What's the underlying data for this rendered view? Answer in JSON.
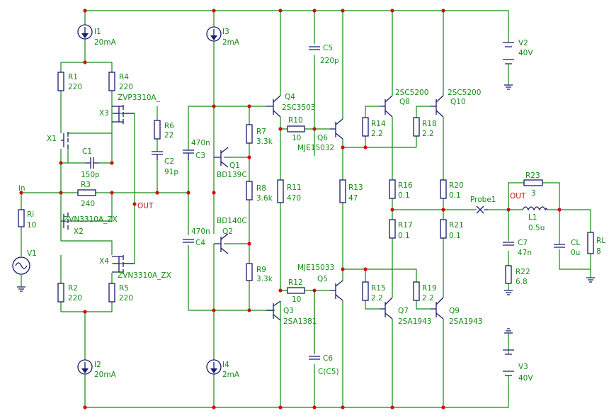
{
  "colors": {
    "wire": "#118a11",
    "symbol": "#1a1a6e",
    "node": "#d01010",
    "label": "#168a16",
    "net_label": "#c01010",
    "background": "#ffffff"
  },
  "labels": {
    "I1": "I1",
    "I1v": "20mA",
    "I2": "I2",
    "I2v": "20mA",
    "I3": "I3",
    "I3v": "2mA",
    "I4": "I4",
    "I4v": "2mA",
    "R1": "R1",
    "R1v": "220",
    "R4": "R4",
    "R4v": "220",
    "R2": "R2",
    "R2v": "220",
    "R5": "R5",
    "R5v": "220",
    "X3": "X3",
    "X3m": "ZVP3310A_",
    "X1": "X1",
    "X2": "X2",
    "X4": "X4",
    "X2m": "ZVN3310A_ZX",
    "X4m": "ZVN3310A_ZX",
    "C1": "C1",
    "C1v": "150p",
    "R3": "R3",
    "R3v": "240",
    "in": "in",
    "out1": "OUT",
    "Ri": "Ri",
    "Riv": "10",
    "V1": "V1",
    "R6": "R6",
    "R6v": "22",
    "C2": "C2",
    "C2v": "91p",
    "C3": "C3",
    "C3v": "470n",
    "C4": "C4",
    "C4v": "470n",
    "Q1": "Q1",
    "Q1m": "BD139C",
    "Q2": "Q2",
    "Q2m": "BD140C",
    "R7": "R7",
    "R7v": "3.3k",
    "R8": "R8",
    "R8v": "3.6k",
    "R9": "R9",
    "R9v": "3.3k",
    "Q4": "Q4",
    "Q4m": "2SC3503",
    "Q3": "Q3",
    "Q3m": "2SA1381",
    "R10": "R10",
    "R10v": "10",
    "R12": "R12",
    "R12v": "10",
    "R11": "R11",
    "R11v": "470",
    "C5": "C5",
    "C5v": "220p",
    "C6": "C6",
    "C6v": "C(C5)",
    "Q6": "Q6",
    "Q6m": "MJE15032",
    "Q5": "Q5",
    "Q5m": "MJE15033",
    "R13": "R13",
    "R13v": "47",
    "Q8": "Q8",
    "Q8m": "2SC5200",
    "Q10": "Q10",
    "Q10m": "2SC5200",
    "Q7": "Q7",
    "Q7m": "2SA1943",
    "Q9": "Q9",
    "Q9m": "2SA1943",
    "R14": "R14",
    "R14v": "2.2",
    "R18": "R18",
    "R18v": "2.2",
    "R15": "R15",
    "R15v": "2.2",
    "R19": "R19",
    "R19v": "2.2",
    "R16": "R16",
    "R16v": "0.1",
    "R17": "R17",
    "R17v": "0.1",
    "R20": "R20",
    "R20v": "0.1",
    "R21": "R21",
    "R21v": "0.1",
    "V2": "V2",
    "V2v": "40V",
    "V3": "V3",
    "V3v": "40V",
    "Probe": "Probe1",
    "out2": "OUT",
    "R23": "R23",
    "R23v": "3",
    "L1": "L1",
    "L1v": "0.5u",
    "C7": "C7",
    "C7v": "47n",
    "R22": "R22",
    "R22v": "6.8",
    "CL": "CL",
    "CLv": "0u",
    "RL": "RL",
    "RLv": "8"
  }
}
